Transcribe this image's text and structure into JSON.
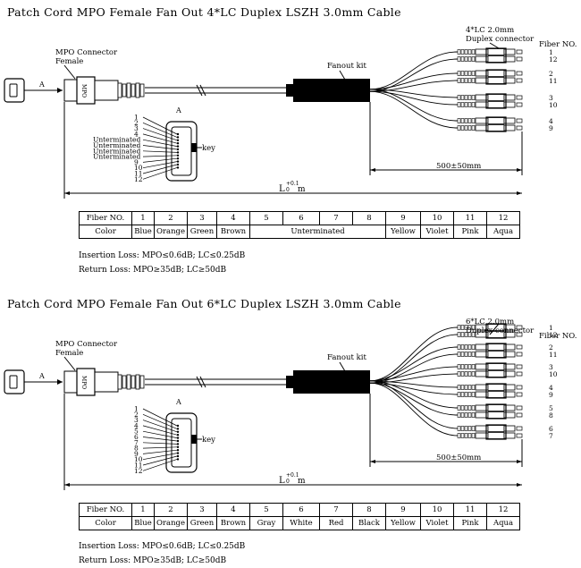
{
  "sections": [
    {
      "title": "Patch Cord MPO Female Fan Out 4*LC Duplex LSZH 3.0mm Cable",
      "connector_label": "4*LC 2.0mm",
      "connector_label2": "Duplex connector",
      "fiber_no_label": "Fiber NO.",
      "mpo_label": "MPO Connector",
      "mpo_label2": "Female",
      "fanout_label": "Fanout kit",
      "view_label": "A",
      "arrow_label": "A",
      "key_label": "key",
      "length_label": "500±50mm",
      "total_length_label": "L",
      "total_length_sup": "+0.1",
      "total_length_sub": "0",
      "total_length_unit": "m",
      "mpu_text": "MPO",
      "pin_labels": [
        "1",
        "2",
        "3",
        "4",
        "Unterminated",
        "Unterminated",
        "Unterminated",
        "Unterminated",
        "9",
        "10",
        "11",
        "12"
      ],
      "fiber_pairs": [
        [
          "1",
          "12"
        ],
        [
          "2",
          "11"
        ],
        [
          "3",
          "10"
        ],
        [
          "4",
          "9"
        ]
      ],
      "table": {
        "header": [
          "Fiber NO.",
          "1",
          "2",
          "3",
          "4",
          "5",
          "6",
          "7",
          "8",
          "9",
          "10",
          "11",
          "12"
        ],
        "colors": [
          "Color",
          "Blue",
          "Orange",
          "Green",
          "Brown",
          "Unterminated",
          "Yellow",
          "Violet",
          "Pink",
          "Aqua"
        ]
      },
      "insertion_loss": "Insertion Loss: MPO≤0.6dB; LC≤0.25dB",
      "return_loss": "Return Loss: MPO≥35dB; LC≥50dB"
    },
    {
      "title": "Patch Cord MPO Female Fan Out 6*LC Duplex LSZH 3.0mm Cable",
      "connector_label": "6*LC 2.0mm",
      "connector_label2": "Duplex connector",
      "fiber_no_label": "Fiber NO.",
      "mpo_label": "MPO Connector",
      "mpo_label2": "Female",
      "fanout_label": "Fanout kit",
      "view_label": "A",
      "arrow_label": "A",
      "key_label": "key",
      "length_label": "500±50mm",
      "total_length_label": "L",
      "total_length_sup": "+0.1",
      "total_length_sub": "0",
      "total_length_unit": "m",
      "mpu_text": "MPO",
      "pin_labels": [
        "1",
        "2",
        "3",
        "4",
        "5",
        "6",
        "7",
        "8",
        "9",
        "10",
        "11",
        "12"
      ],
      "fiber_pairs": [
        [
          "1",
          "12"
        ],
        [
          "2",
          "11"
        ],
        [
          "3",
          "10"
        ],
        [
          "4",
          "9"
        ],
        [
          "5",
          "8"
        ],
        [
          "6",
          "7"
        ]
      ],
      "table": {
        "header": [
          "Fiber NO.",
          "1",
          "2",
          "3",
          "4",
          "5",
          "6",
          "7",
          "8",
          "9",
          "10",
          "11",
          "12"
        ],
        "colors": [
          "Color",
          "Blue",
          "Orange",
          "Green",
          "Brown",
          "Gray",
          "White",
          "Red",
          "Black",
          "Yellow",
          "Violet",
          "Pink",
          "Aqua"
        ]
      },
      "insertion_loss": "Insertion Loss: MPO≤0.6dB; LC≤0.25dB",
      "return_loss": "Return Loss: MPO≥35dB; LC≥50dB"
    }
  ]
}
